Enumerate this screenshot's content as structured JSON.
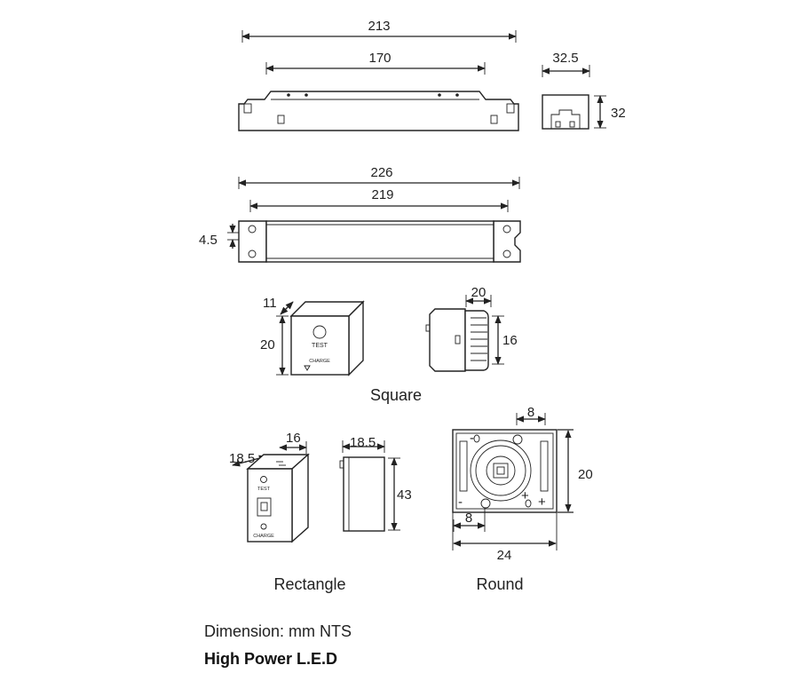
{
  "top_driver": {
    "length_overall": "213",
    "length_inner": "170",
    "width": "32.5",
    "height": "32"
  },
  "bottom_driver": {
    "length_overall": "226",
    "length_inner": "219",
    "flange": "4.5"
  },
  "square": {
    "depth": "11",
    "height": "20",
    "side_width": "20",
    "side_height": "16",
    "test_label": "TEST",
    "charge_label": "CHARGE",
    "caption": "Square"
  },
  "rectangle": {
    "width": "18.5",
    "depth": "16",
    "side_width": "18.5",
    "side_height": "43",
    "test_label": "TEST",
    "charge_label": "CHARGE",
    "caption": "Rectangle"
  },
  "round": {
    "top_offset": "8",
    "height": "20",
    "bottom_offset": "8",
    "width": "24",
    "minus_sign": "-",
    "plus_sign": "+",
    "caption": "Round"
  },
  "footer": {
    "dimension_note": "Dimension: mm NTS",
    "product_title": "High Power L.E.D"
  }
}
